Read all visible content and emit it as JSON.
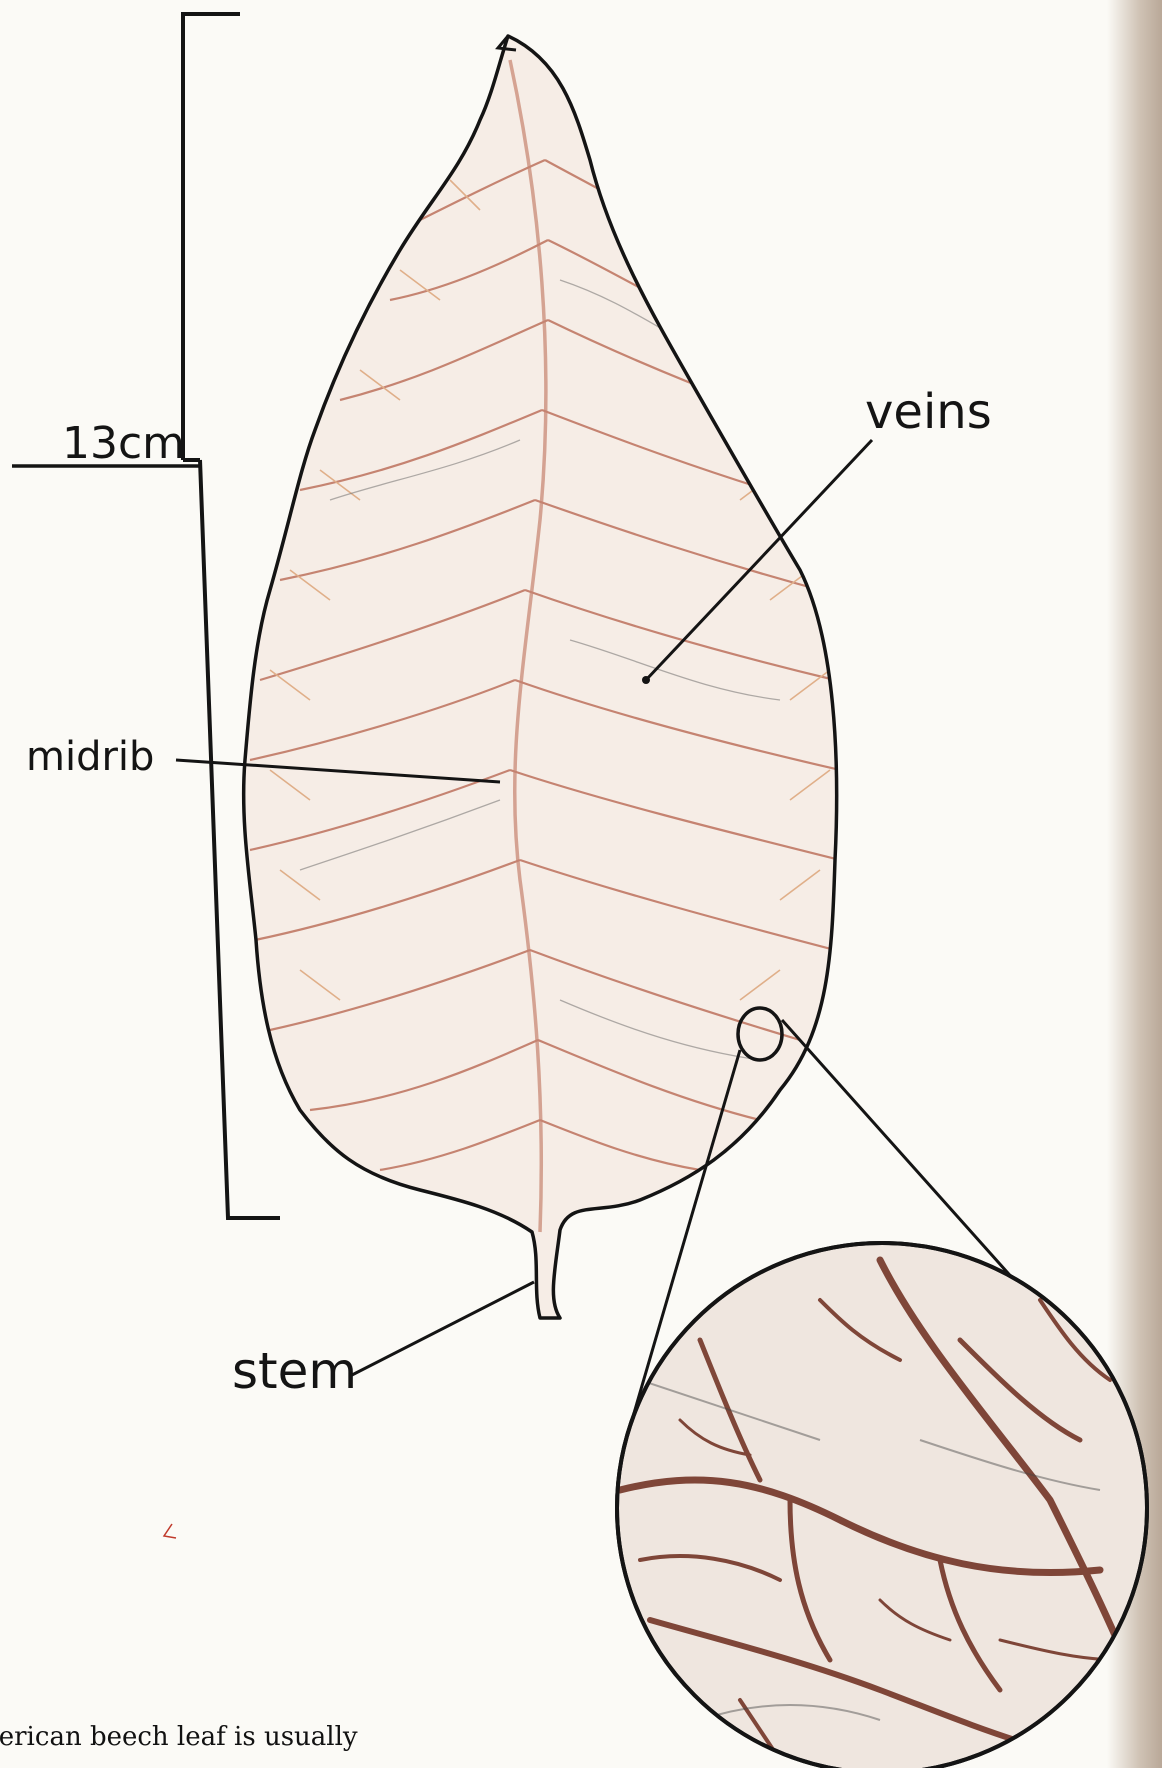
{
  "labels": {
    "length": "13cm",
    "veins": "veins",
    "midrib": "midrib",
    "stem": "stem"
  },
  "caption": "nerican beech leaf is usually",
  "colors": {
    "ink": "#141414",
    "leaf_fill": "#f6ede6",
    "vein_red": "#b5604a",
    "vein_orange": "#d89a6a",
    "magnified_vein": "#6b2a1c"
  }
}
